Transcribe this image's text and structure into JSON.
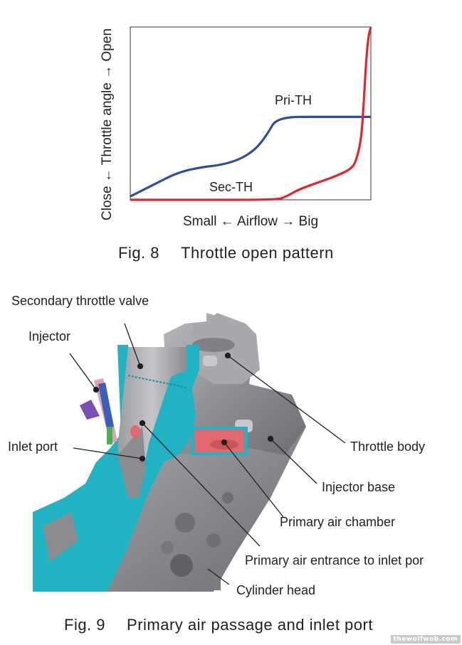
{
  "figure8": {
    "caption_number": "Fig. 8",
    "caption_title": "Throttle open pattern",
    "chart_data": {
      "type": "line",
      "title": "Throttle open pattern",
      "xlabel": "Small ← Airflow → Big",
      "ylabel": "Close ← Throttle angle → Open",
      "xlim": [
        0,
        100
      ],
      "ylim": [
        0,
        100
      ],
      "grid": false,
      "series": [
        {
          "name": "Pri-TH",
          "color": "#2f4f9c",
          "x": [
            0,
            10,
            20,
            30,
            37,
            45,
            52,
            57,
            61,
            80,
            100
          ],
          "y": [
            2,
            9,
            16,
            19,
            20,
            23,
            29,
            38,
            48,
            48,
            48
          ]
        },
        {
          "name": "Sec-TH",
          "color": "#e0262f",
          "x": [
            0,
            30,
            61,
            65,
            70,
            78,
            86,
            92,
            94,
            96,
            97,
            98,
            99,
            100
          ],
          "y": [
            0,
            0,
            0,
            2,
            6,
            10,
            14,
            18,
            23,
            35,
            55,
            80,
            95,
            100
          ]
        }
      ]
    }
  },
  "figure9": {
    "caption_number": "Fig. 9",
    "caption_title": "Primary air passage and inlet port",
    "labels": {
      "secondary_throttle_valve": "Secondary throttle valve",
      "injector": "Injector",
      "inlet_port": "Inlet port",
      "throttle_body": "Throttle body",
      "injector_base": "Injector base",
      "primary_air_chamber": "Primary air chamber",
      "primary_air_entrance": "Primary air entrance to inlet por",
      "cylinder_head": "Cylinder head"
    },
    "colors": {
      "section": "#1fb3c4",
      "metal": "#8e9094",
      "chamber": "#e06a70",
      "injector": "#7a4fb0"
    }
  },
  "watermark": "thewolfweb.com"
}
